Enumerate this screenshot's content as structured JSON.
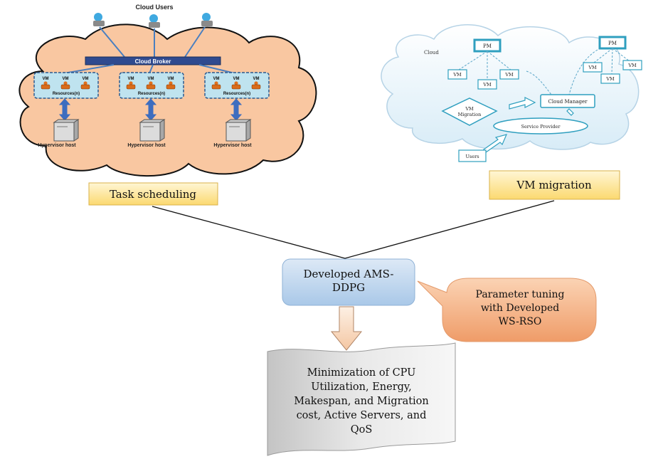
{
  "left_panel": {
    "title": "Cloud Users",
    "broker": "Cloud Broker",
    "vm_label": "VM",
    "resource_label": "Resources(n)",
    "host_label": "Hypervisor host"
  },
  "right_panel": {
    "cloud_label": "Cloud",
    "pm_label": "PM",
    "vm_label": "VM",
    "vm_migration_line1": "VM",
    "vm_migration_line2": "Migration",
    "cloud_manager": "Cloud Manager",
    "service_provider": "Service Provider",
    "users": "Users"
  },
  "task_scheduling": "Task scheduling",
  "vm_migration": "VM migration",
  "developed_line1": "Developed AMS-",
  "developed_line2": "DDPG",
  "tuning_line1": "Parameter tuning",
  "tuning_line2": "with Developed",
  "tuning_line3": "WS-RSO",
  "outcome_lines": [
    "Minimization of CPU",
    "Utilization, Energy,",
    "Makespan, and Migration",
    "cost, Active Servers, and",
    "QoS"
  ],
  "colors": {
    "cloud_fill": "#f9c7a1",
    "broker_fill": "#2f4a8f",
    "scroll_fill": "#d6d6d6",
    "tuning_fill": "#f4b183",
    "developed_fill": "#bdd7ee",
    "label_fill": "#fde9a8",
    "blue_stroke": "#4a90c8"
  }
}
